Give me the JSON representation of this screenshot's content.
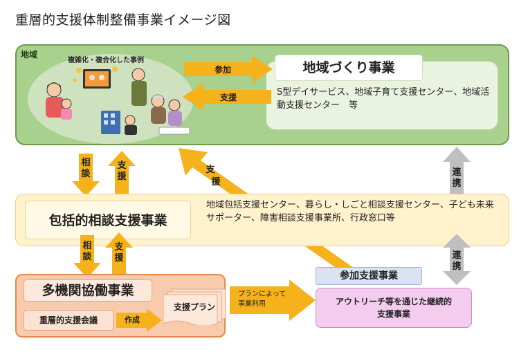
{
  "title": "重層的支援体制整備事業イメージ図",
  "community": {
    "label": "地域",
    "cases_label": "複雑化・複合化した事例",
    "dev_title": "地域づくり事業",
    "dev_desc": "S型デイサービス、地域子育て支援センター、地域活動支援センター　等",
    "arrow_participate": "参加",
    "arrow_support": "支援"
  },
  "links": {
    "consult_up": [
      "相",
      "談"
    ],
    "support_up": [
      "支",
      "援"
    ],
    "consult_down": [
      "相",
      "談"
    ],
    "support_down": [
      "支",
      "援"
    ],
    "diag_support": [
      "支",
      "援"
    ],
    "cooperate_upper": [
      "連",
      "携"
    ],
    "cooperate_lower": [
      "連",
      "携"
    ]
  },
  "consult": {
    "title": "包括的相談支援事業",
    "desc": "地域包括支援センター、暮らし・しごと相談支援センター、子ども未来サポーター、障害相談支援事業所、行政窓口等"
  },
  "multi": {
    "title": "多機関協働事業",
    "meeting": "重層的支援会議",
    "create_label": "作成",
    "plan": "支援プラン",
    "use_label_1": "プランによって",
    "use_label_2": "事業利用"
  },
  "participation": {
    "title": "参加支援事業",
    "outreach_1": "アウトリーチ等を通じた継続的",
    "outreach_2": "支援事業"
  },
  "colors": {
    "arrow_orange": "#f5b21b",
    "cooperate_gray": "#bfbfbf",
    "community_green": "#a9d18e",
    "consult_yellow": "#fff2cc",
    "multi_orange": "#f8cbad",
    "outreach_pink": "#f3ccf0"
  }
}
